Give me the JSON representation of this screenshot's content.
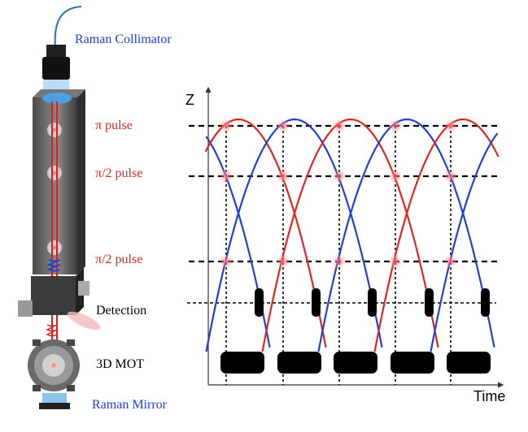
{
  "labels": {
    "raman_collimator": "Raman Collimator",
    "pi_pulse": "π pulse",
    "pi2_pulse_upper": "π/2 pulse",
    "pi2_pulse_lower": "π/2 pulse",
    "detection": "Detection",
    "mot": "3D MOT",
    "raman_mirror": "Raman Mirror"
  },
  "axes": {
    "y_label": "Z",
    "x_label": "Time"
  },
  "colors": {
    "red": "#e0261c",
    "blue": "#1f3fd6",
    "label_blue": "#1f3fd6"
  },
  "diagram": {
    "trajectory_colors": [
      "red",
      "blue",
      "red",
      "blue",
      "red"
    ],
    "pulse_count_per_level": 5,
    "mot_loading_blocks": 5,
    "detection_blocks": 5
  }
}
